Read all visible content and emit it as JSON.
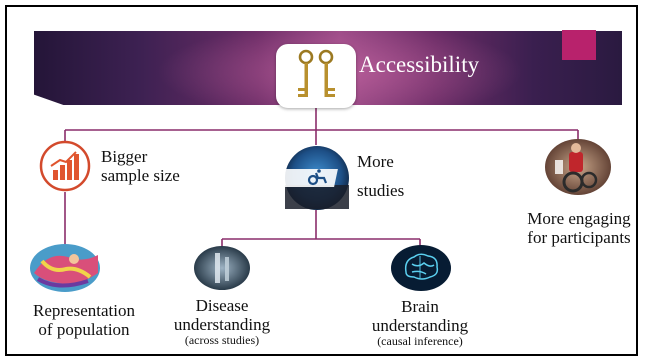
{
  "title": "Accessibility",
  "nodes": {
    "bigger_sample": {
      "line1": "Bigger",
      "line2": "sample size"
    },
    "more_studies": {
      "line1": "More",
      "line2": "studies"
    },
    "engaging": {
      "line1": "More engaging",
      "line2": "for participants"
    },
    "representation": {
      "line1": "Representation",
      "line2": "of population"
    },
    "disease": {
      "line1": "Disease",
      "line2": "understanding",
      "note": "(across studies)"
    },
    "brain": {
      "line1": "Brain",
      "line2": "understanding",
      "note": "(causal inference)"
    }
  },
  "colors": {
    "banner_dark": "#2a1a40",
    "banner_mid": "#9a4a86",
    "accent": "#b8226c",
    "connector": "#8a2d6b"
  },
  "icons": [
    "keys-icon",
    "chart-icon",
    "wheelchair-icon",
    "sports-photo-icon",
    "population-icon",
    "fmri-icon",
    "brain-icon"
  ]
}
